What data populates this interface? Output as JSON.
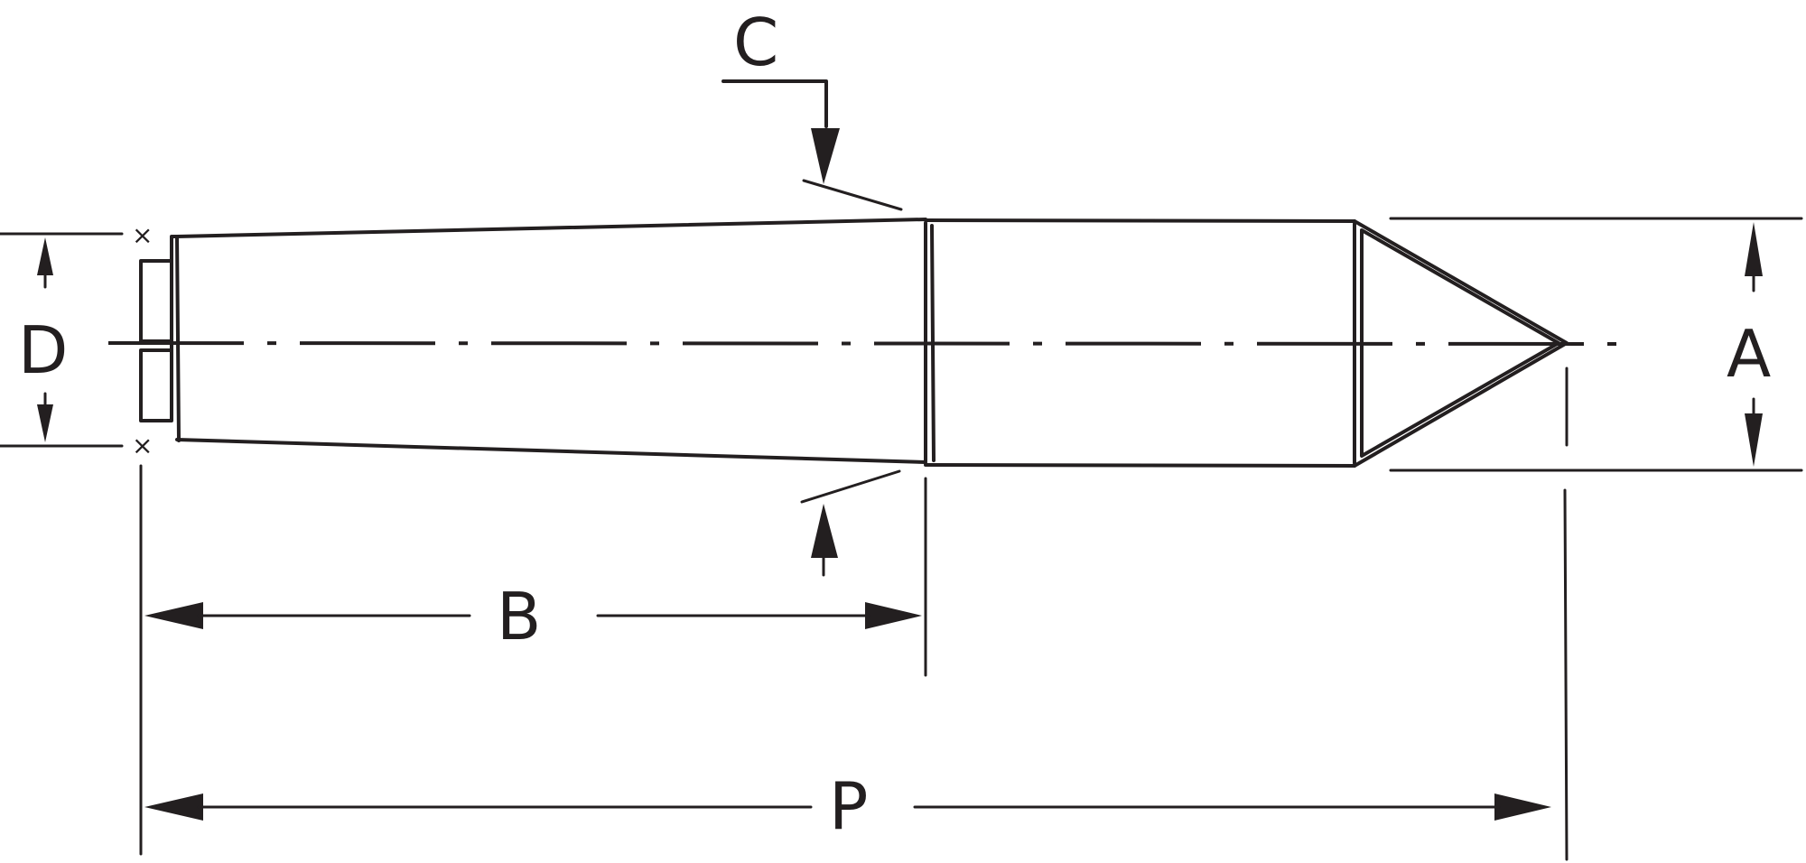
{
  "diagram": {
    "labels": {
      "a": "A",
      "b": "B",
      "c": "C",
      "d": "D",
      "p": "P"
    },
    "colors": {
      "ink": "#231f20",
      "background": "#ffffff"
    }
  }
}
